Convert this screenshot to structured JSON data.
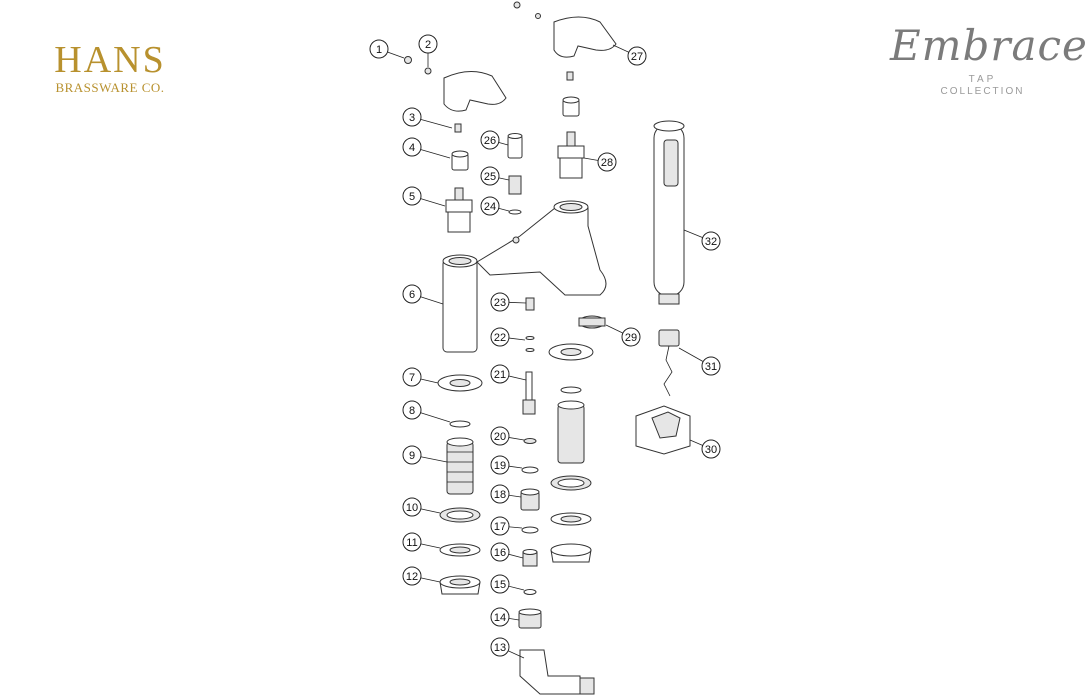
{
  "brand": {
    "name": "HANS",
    "subtitle": "BRASSWARE CO."
  },
  "collection": {
    "script_name": "Embrace",
    "line1": "TAP",
    "line2": "COLLECTION"
  },
  "part_numbers": [
    "1",
    "2",
    "3",
    "4",
    "5",
    "6",
    "7",
    "8",
    "9",
    "10",
    "11",
    "12",
    "13",
    "14",
    "15",
    "16",
    "17",
    "18",
    "19",
    "20",
    "21",
    "22",
    "23",
    "24",
    "25",
    "26",
    "27",
    "28",
    "29",
    "30",
    "31",
    "32"
  ],
  "colors": {
    "brand_gold": "#b8912e",
    "line": "#333333"
  }
}
